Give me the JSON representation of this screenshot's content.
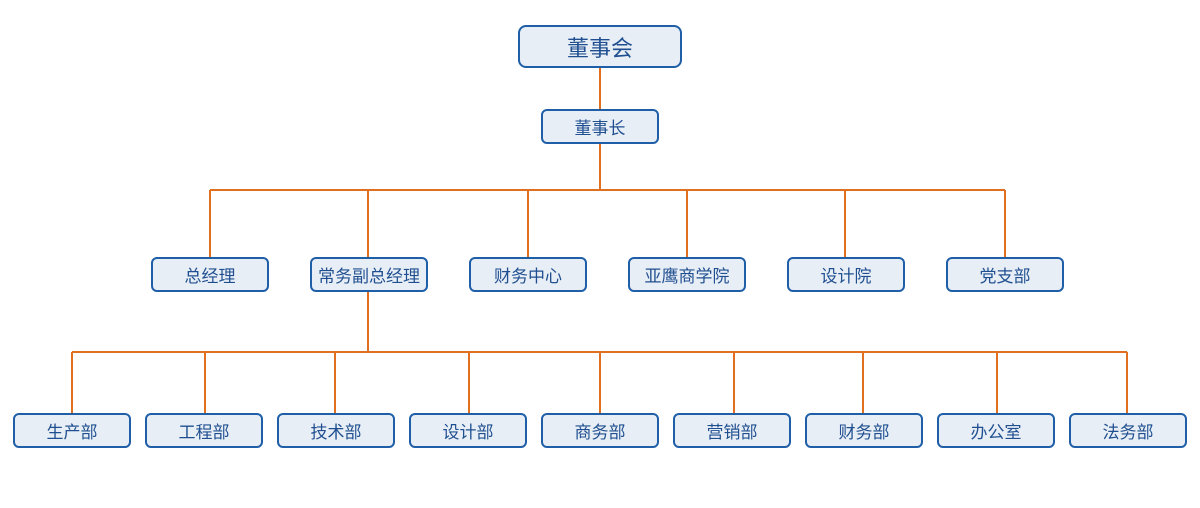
{
  "colors": {
    "connector": "#e07020",
    "node_border": "#1f5fa8",
    "node_fill": "#e8eef6",
    "node_text": "#1f4f90"
  },
  "org_chart": {
    "board": "董事会",
    "chairman": "董事长",
    "level2": [
      "总经理",
      "常务副总经理",
      "财务中心",
      "亚鹰商学院",
      "设计院",
      "党支部"
    ],
    "level3": [
      "生产部",
      "工程部",
      "技术部",
      "设计部",
      "商务部",
      "营销部",
      "财务部",
      "办公室",
      "法务部"
    ]
  }
}
